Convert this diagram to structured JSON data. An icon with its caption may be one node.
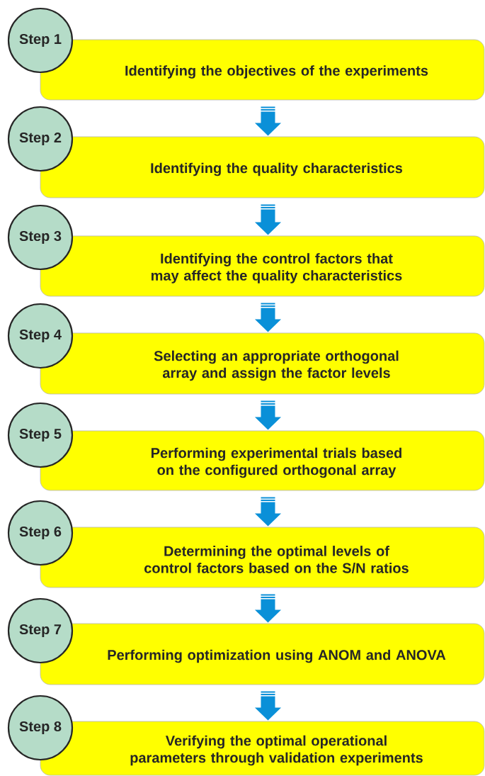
{
  "diagram": {
    "nodes": [
      {
        "text": [
          "Step 1"
        ]
      },
      {
        "text": [
          "Identifying the objectives of the experiments"
        ]
      },
      {
        "text": [
          "Step 2"
        ]
      },
      {
        "text": [
          "Identifying the quality characteristics"
        ]
      },
      {
        "text": [
          "Step 3"
        ]
      },
      {
        "text": [
          "Identifying the control factors that may affect the quality characteristics"
        ]
      },
      {
        "text": [
          "Step 4"
        ]
      },
      {
        "text": [
          "Selecting an appropriate orthogonal array and assign the factor levels"
        ]
      },
      {
        "text": [
          "Step 5"
        ]
      },
      {
        "text": [
          "Performing experimental trials based on the configured orthogonal array"
        ]
      },
      {
        "text": [
          "Step 6"
        ]
      },
      {
        "text": [
          "Determining the optimal levels of control factors based on the S/N ratios"
        ]
      },
      {
        "text": [
          "Step 7"
        ]
      },
      {
        "text": [
          "Performing optimization using ANOM and ANOVA"
        ]
      },
      {
        "text": [
          "Step 8"
        ]
      },
      {
        "text": [
          "Verifying the optimal operational parameters through validation experiments"
        ]
      }
    ],
    "edges": [
      {
        "from": 1,
        "to": 3,
        "arrow": "to"
      },
      {
        "from": 3,
        "to": 5,
        "arrow": "to"
      },
      {
        "from": 5,
        "to": 7,
        "arrow": "to"
      },
      {
        "from": 7,
        "to": 9,
        "arrow": "to"
      },
      {
        "from": 9,
        "to": 11,
        "arrow": "to"
      },
      {
        "from": 11,
        "to": 13,
        "arrow": "to"
      },
      {
        "from": 13,
        "to": 15,
        "arrow": "to"
      }
    ]
  }
}
